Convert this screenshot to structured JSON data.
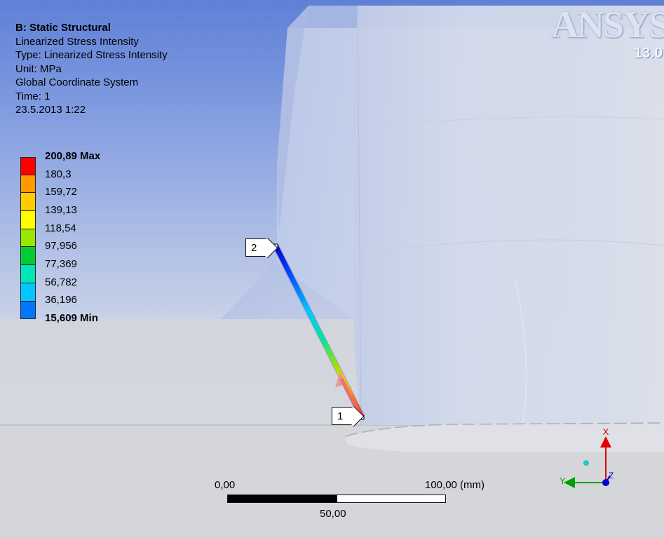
{
  "info": {
    "title": "B: Static Structural",
    "lines": [
      "Linearized Stress Intensity",
      "Type: Linearized Stress Intensity",
      "Unit: MPa",
      "Global Coordinate System",
      "Time: 1",
      "23.5.2013 1:22"
    ]
  },
  "legend": {
    "labels": [
      "200,89 Max",
      "180,3",
      "159,72",
      "139,13",
      "118,54",
      "97,956",
      "77,369",
      "56,782",
      "36,196",
      "15,609 Min"
    ],
    "colors": [
      "#ff0000",
      "#ff9900",
      "#ffcc00",
      "#ffff00",
      "#99e600",
      "#00cc33",
      "#00e6b8",
      "#00c8ff",
      "#0077ff",
      "#0000cc"
    ]
  },
  "logo": {
    "name": "ANSYS",
    "version": "13.0"
  },
  "probe": {
    "point1_label": "1",
    "point2_label": "2"
  },
  "scale": {
    "left": "0,00",
    "right": "100,00 (mm)",
    "mid": "50,00"
  },
  "triad": {
    "x_label": "X",
    "y_label": "Y",
    "z_label": "Z",
    "x_color": "#e00000",
    "y_color": "#00a000",
    "z_color": "#0000d0"
  }
}
